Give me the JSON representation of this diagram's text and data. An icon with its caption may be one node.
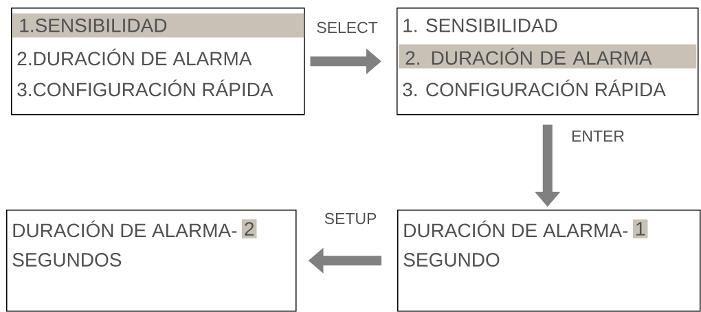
{
  "diagram": {
    "nodes": [
      {
        "text": [
          "2.DURACIÓN DE ALARMA",
          "3.CONFIGURACIÓN RÁPIDA"
        ]
      },
      {
        "text": [
          "1.SENSIBILIDAD"
        ],
        "in": 0
      },
      {
        "text": [
          "1. SENSIBILIDAD",
          "3. CONFIGURACIÓN RÁPIDA"
        ]
      },
      {
        "text": [
          "2. DURACIÓN DE ALARMA"
        ],
        "in": 2
      },
      {
        "text": [
          "DURACIÓN DE ALARMA-",
          "SEGUNDOS"
        ]
      },
      {
        "text": [
          "2"
        ],
        "in": 4
      },
      {
        "text": [
          "DURACIÓN DE ALARMA-",
          "SEGUNDO"
        ]
      },
      {
        "text": [
          "1"
        ],
        "in": 6
      }
    ],
    "edges": [
      {
        "from": 0,
        "to": 2,
        "arrow": "to",
        "label": "SELECT"
      },
      {
        "from": 2,
        "to": 6,
        "arrow": "to",
        "label": "ENTER"
      },
      {
        "from": 6,
        "to": 4,
        "arrow": "to",
        "label": "SETUP"
      }
    ]
  }
}
